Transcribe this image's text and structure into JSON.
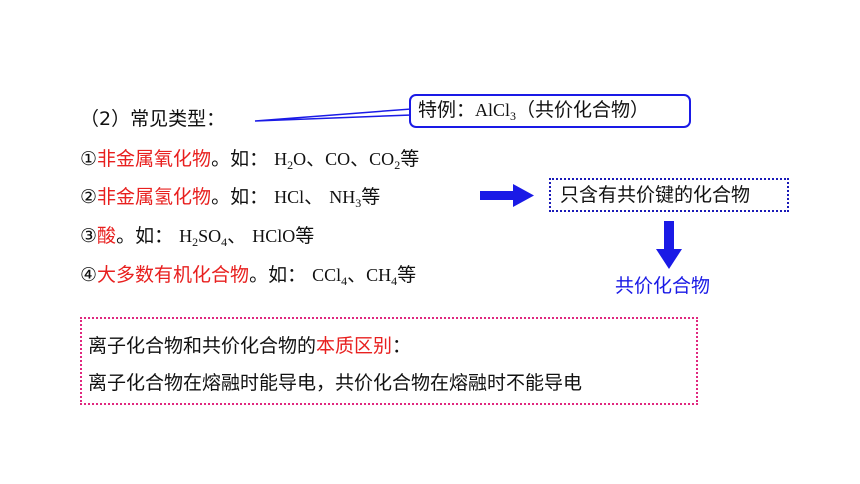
{
  "heading": "（2）常见类型：",
  "callout": {
    "prefix": "特例：",
    "formula_main": "AlCl",
    "formula_sub": "3",
    "suffix": "（共价化合物）"
  },
  "items": [
    {
      "marker": "①",
      "category": "非金属氧化物",
      "connector": "。如：",
      "f1_main": "H",
      "f1_sub": "2",
      "f1_tail": "O",
      "sep1": "、",
      "f2": "CO",
      "sep2": "、",
      "f3_main": "CO",
      "f3_sub": "2",
      "end": "等"
    },
    {
      "marker": "②",
      "category": "非金属氢化物",
      "connector": "。如：",
      "f1": "HCl",
      "sep1": "、",
      "f2_main": "NH",
      "f2_sub": "3",
      "end": "等"
    },
    {
      "marker": "③",
      "category": "酸",
      "connector": "。如：",
      "f1_a": "H",
      "f1_a_sub": "2",
      "f1_b": "SO",
      "f1_b_sub": "4",
      "sep1": "、",
      "f2": "HClO",
      "end": "等"
    },
    {
      "marker": "④",
      "category": "大多数有机化合物",
      "connector": "。如：",
      "f1_main": "CCl",
      "f1_sub": "4",
      "sep1": "、",
      "f2_main": "CH",
      "f2_sub": "4",
      "end": "等"
    }
  ],
  "definition": "只含有共价键的化合物",
  "result": "共价化合物",
  "difference": {
    "title_prefix": "离子化合物和共价化合物的",
    "title_highlight": "本质区别",
    "title_suffix": "：",
    "body": "离子化合物在熔融时能导电，共价化合物在熔融时不能导电"
  },
  "colors": {
    "highlight": "#e8201f",
    "accent_blue": "#1a1ae6",
    "box_pink": "#e0287f"
  }
}
